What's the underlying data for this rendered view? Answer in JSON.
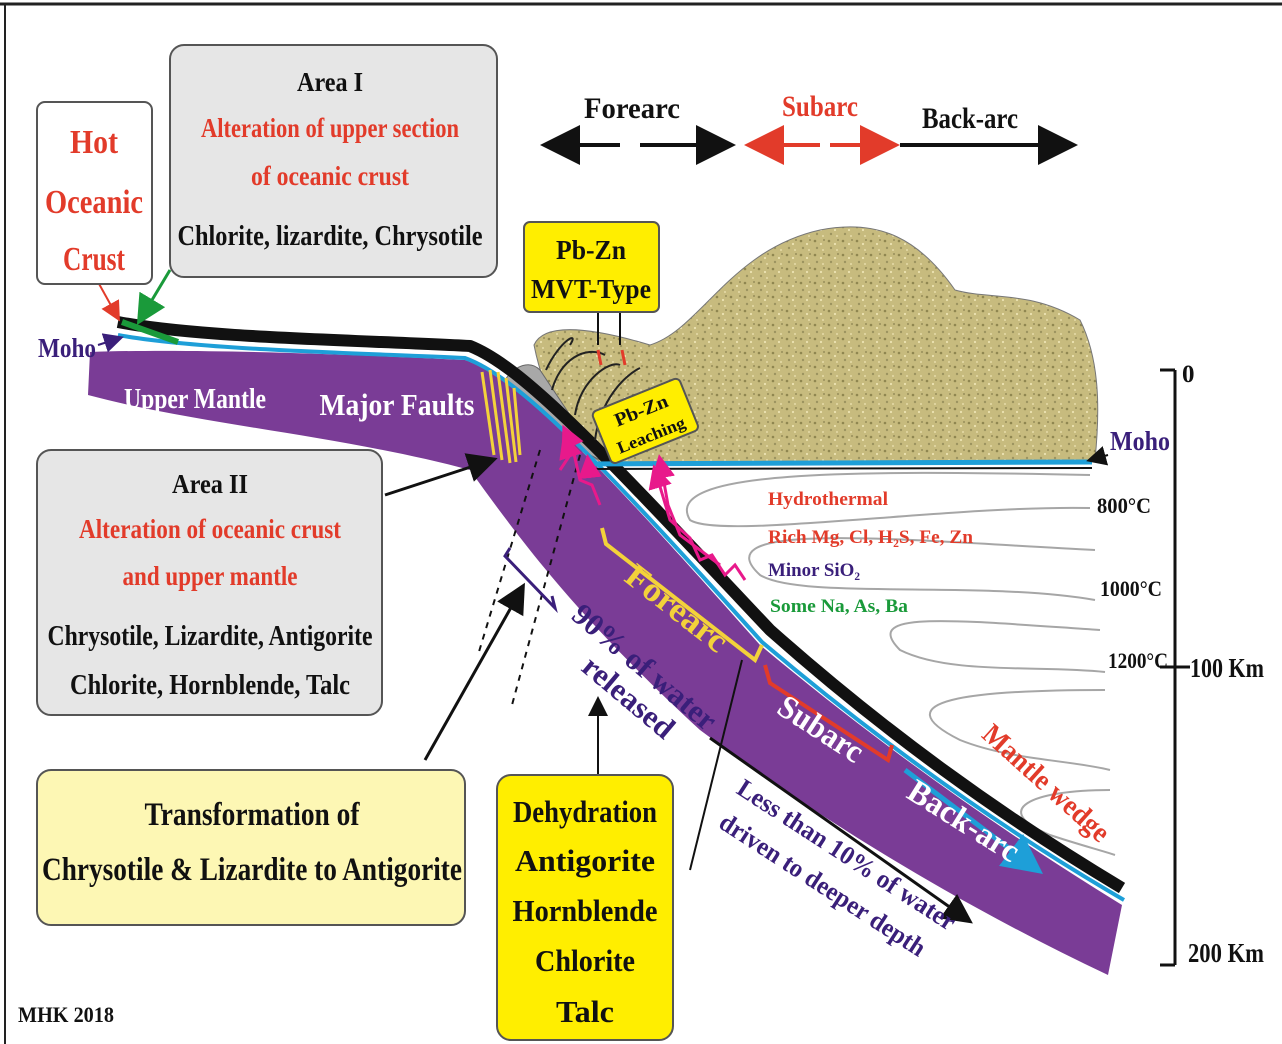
{
  "hot_crust": {
    "line1": "Hot",
    "line2": "Oceanic",
    "line3": "Crust"
  },
  "area1": {
    "title": "Area I",
    "line1": "Alteration of upper section",
    "line2": "of oceanic crust",
    "minerals": "Chlorite, lizardite, Chrysotile"
  },
  "arc_zones": {
    "forearc": "Forearc",
    "subarc": "Subarc",
    "backarc": "Back-arc"
  },
  "pbzn_mvt": {
    "line1": "Pb-Zn",
    "line2": "MVT-Type"
  },
  "pbzn_leach": {
    "line1": "Pb-Zn",
    "line2": "Leaching"
  },
  "moho_left": "Moho",
  "moho_right": "Moho",
  "upper_mantle": "Upper Mantle",
  "major_faults": "Major Faults",
  "area2": {
    "title": "Area II",
    "line1": "Alteration of oceanic crust",
    "line2": "and upper mantle",
    "minerals1": "Chrysotile, Lizardite, Antigorite",
    "minerals2": "Chlorite, Hornblende, Talc"
  },
  "fluid": {
    "line1": "Hydrothermal",
    "line2": "Rich Mg, Cl, H₂S, Fe, Zn",
    "line3": "Minor SiO₂",
    "line4": "Some Na, As, Ba"
  },
  "isotherms": {
    "t800": "800°C",
    "t1000": "1000°C",
    "t1200": "1200°C"
  },
  "depth": {
    "d0": "0",
    "d100": "100 Km",
    "d200": "200 Km"
  },
  "slab_zones": {
    "forearc": "Forearc",
    "subarc": "Subarc",
    "backarc": "Back-arc"
  },
  "mantle_wedge": "Mantle wedge",
  "water90": {
    "line1": "90% of water",
    "line2": "released"
  },
  "water10": {
    "line1": "Less than 10% of water",
    "line2": "driven to deeper depth"
  },
  "transformation": {
    "line1": "Transformation of",
    "line2": "Chrysotile & Lizardite to Antigorite"
  },
  "dehydration": {
    "l1": "Dehydration",
    "l2": "Antigorite",
    "l3": "Hornblende",
    "l4": "Chlorite",
    "l5": "Talc"
  },
  "credit": "MHK 2018",
  "colors": {
    "slab": "#7a3c96",
    "crust": "#111111",
    "moho_line": "#1e9fd8",
    "continent": "#c4b87a",
    "callout_gray": "#e6e6e6",
    "callout_yellow": "#fdf7b4",
    "label_yellow": "#ffee00",
    "red_text": "#e23b2a",
    "navy_text": "#3a1f7a",
    "green_text": "#1a9a3a",
    "fluid_arrow": "#e8198b"
  }
}
